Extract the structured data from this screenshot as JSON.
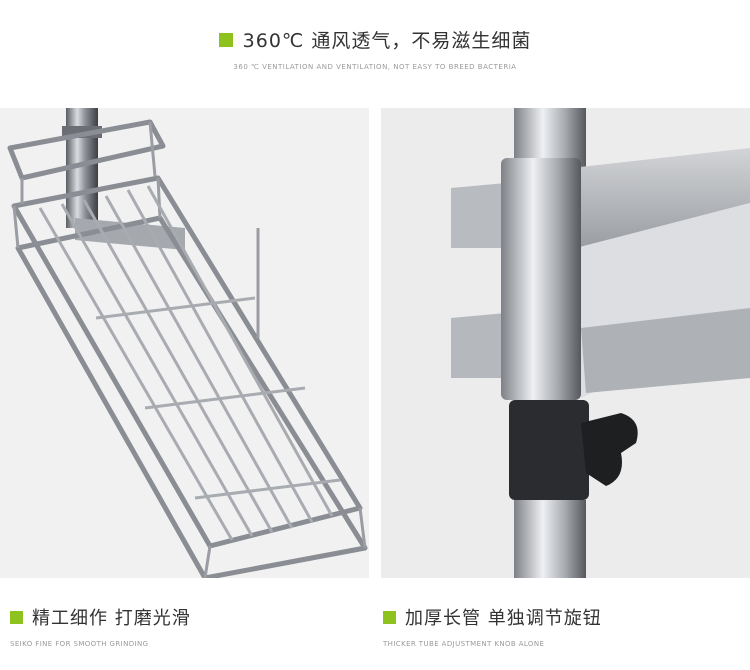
{
  "header": {
    "title": "360℃ 通风透气，不易滋生细菌",
    "subtitle": "360 ℃ VENTILATION AND VENTILATION, NOT EASY TO BREED BACTERIA"
  },
  "captions": [
    {
      "title": "精工细作 打磨光滑",
      "subtitle": "SEIKO FINE FOR SMOOTH GRINDING"
    },
    {
      "title": "加厚长管 单独调节旋钮",
      "subtitle": "THICKER TUBE ADJUSTMENT KNOB ALONE"
    }
  ],
  "colors": {
    "accent": "#8dc21f",
    "title": "#333333",
    "subtitle": "#9a9a9a"
  }
}
